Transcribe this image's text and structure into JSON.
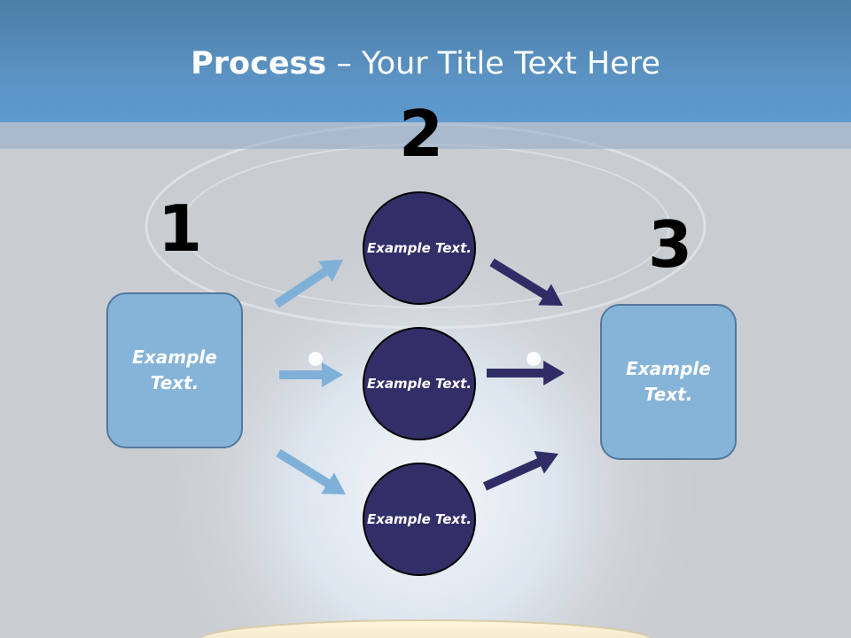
{
  "title": {
    "bold": "Process",
    "rest": " – Your Title Text Here"
  },
  "steps": {
    "one": {
      "number": "1",
      "text": "Example Text."
    },
    "two": {
      "number": "2",
      "items": [
        "Example Text.",
        "Example Text.",
        "Example Text."
      ]
    },
    "three": {
      "number": "3",
      "text": "Example Text."
    }
  },
  "colors": {
    "title_bar": "#5a92c2",
    "box_fill": "#86b4d9",
    "circle_fill": "#322f68",
    "arrow_light": "#7fb0d8",
    "arrow_dark": "#302d66"
  }
}
